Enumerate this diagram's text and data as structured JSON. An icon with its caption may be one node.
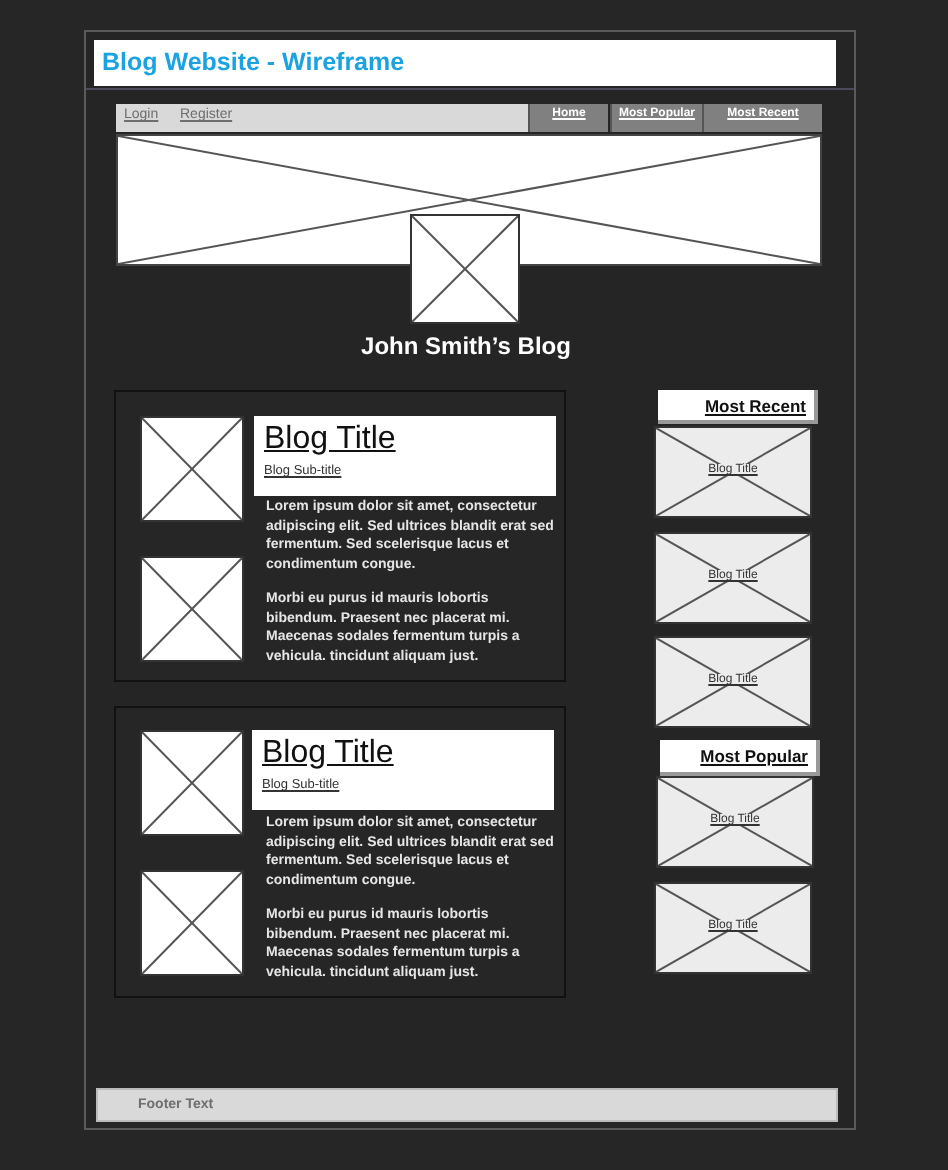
{
  "diagram": {
    "title": "Blog Website - Wireframe",
    "nodes": [
      {
        "text": [],
        "shape": "box"
      },
      {
        "text": [
          "Login",
          "Register"
        ],
        "in": 0
      },
      {
        "text": [
          "Home"
        ],
        "in": 0
      },
      {
        "text": [
          "Most Popular"
        ],
        "in": 0
      },
      {
        "text": [
          "Most Recent"
        ],
        "in": 0
      },
      {
        "text": [],
        "shape": "box",
        "in": 0
      },
      {
        "text": [],
        "shape": "box",
        "in": 0
      },
      {
        "text": [
          "Lorem ipsum dolor sit amet, consectetur adipiscing elit. Sed ultrices blandit erat sed fermentum. Sed scelerisque lacus et condimentum congue.",
          "Morbi eu purus id mauris lobortis bibendum. Praesent nec placerat mi. Maecenas sodales fermentum turpis a vehicula. tincidunt aliquam just."
        ],
        "in": 0
      },
      {
        "text": [],
        "shape": "box",
        "in": 7
      },
      {
        "text": [],
        "shape": "box",
        "in": 7
      },
      {
        "text": [
          "Blog Title",
          "Blog Sub-title"
        ],
        "in": 7
      },
      {
        "text": [
          "Lorem ipsum dolor sit amet, consectetur adipiscing elit. Sed ultrices blandit erat sed fermentum. Sed scelerisque lacus et condimentum congue.",
          "Morbi eu purus id mauris lobortis bibendum. Praesent nec placerat mi. Maecenas sodales fermentum turpis a vehicula. tincidunt aliquam just."
        ],
        "in": 0
      },
      {
        "text": [],
        "shape": "box",
        "in": 11
      },
      {
        "text": [],
        "shape": "box",
        "in": 11
      },
      {
        "text": [
          "Blog Title",
          "Blog Sub-title"
        ],
        "in": 11
      },
      {
        "text": [
          "Most Recent"
        ],
        "in": 0
      },
      {
        "text": [
          "Blog Title"
        ],
        "in": 0
      },
      {
        "text": [
          "Blog Title"
        ],
        "in": 0
      },
      {
        "text": [
          "Blog Title"
        ],
        "in": 0
      },
      {
        "text": [
          "Most Popular"
        ],
        "in": 0
      },
      {
        "text": [
          "Blog Title"
        ],
        "in": 0
      },
      {
        "text": [
          "Blog Title"
        ],
        "in": 0
      },
      {
        "text": [
          "Footer Text"
        ],
        "in": 0
      }
    ],
    "labels": [
      "John Smith’s Blog"
    ]
  }
}
